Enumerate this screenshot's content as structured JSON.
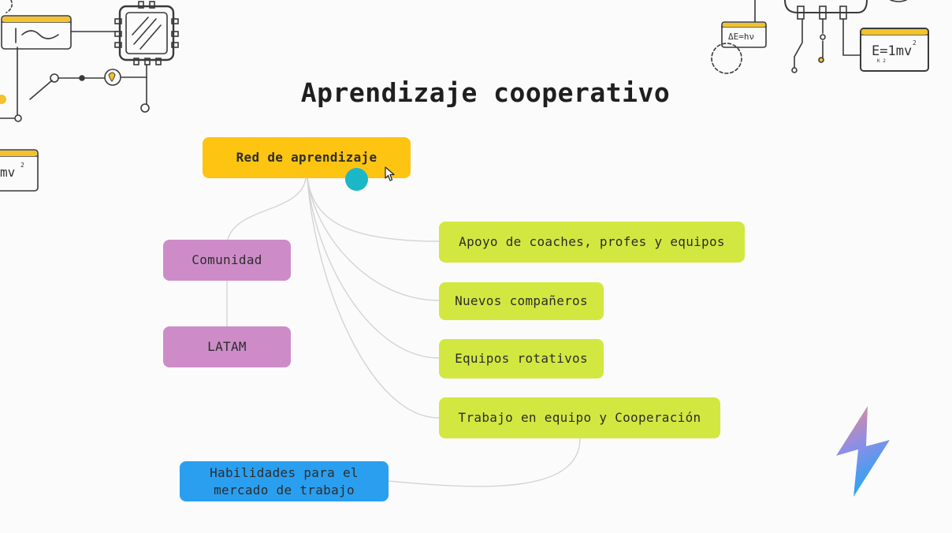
{
  "title": "Aprendizaje cooperativo",
  "nodes": {
    "root": "Red de aprendizaje",
    "support": "Apoyo de coaches, profes y equipos",
    "new_peers": "Nuevos compañeros",
    "rotating_teams": "Equipos rotativos",
    "teamwork": "Trabajo en equipo y Cooperación",
    "community": "Comunidad",
    "latam": "LATAM",
    "skills_line1": "Habilidades para el",
    "skills_line2": "mercado de trabajo"
  },
  "decor": {
    "formula_left": "mv",
    "formula_left_exp": "2",
    "formula_right": "E=1mv",
    "formula_right_exp": "2",
    "formula_right_sub": "K 2",
    "formula_photon": "ΔE=hν"
  },
  "colors": {
    "root": "#fdc412",
    "branch": "#d2e840",
    "community": "#cd8cc8",
    "skills": "#2a9ff0",
    "cursor_highlight": "#1bb7c6"
  }
}
